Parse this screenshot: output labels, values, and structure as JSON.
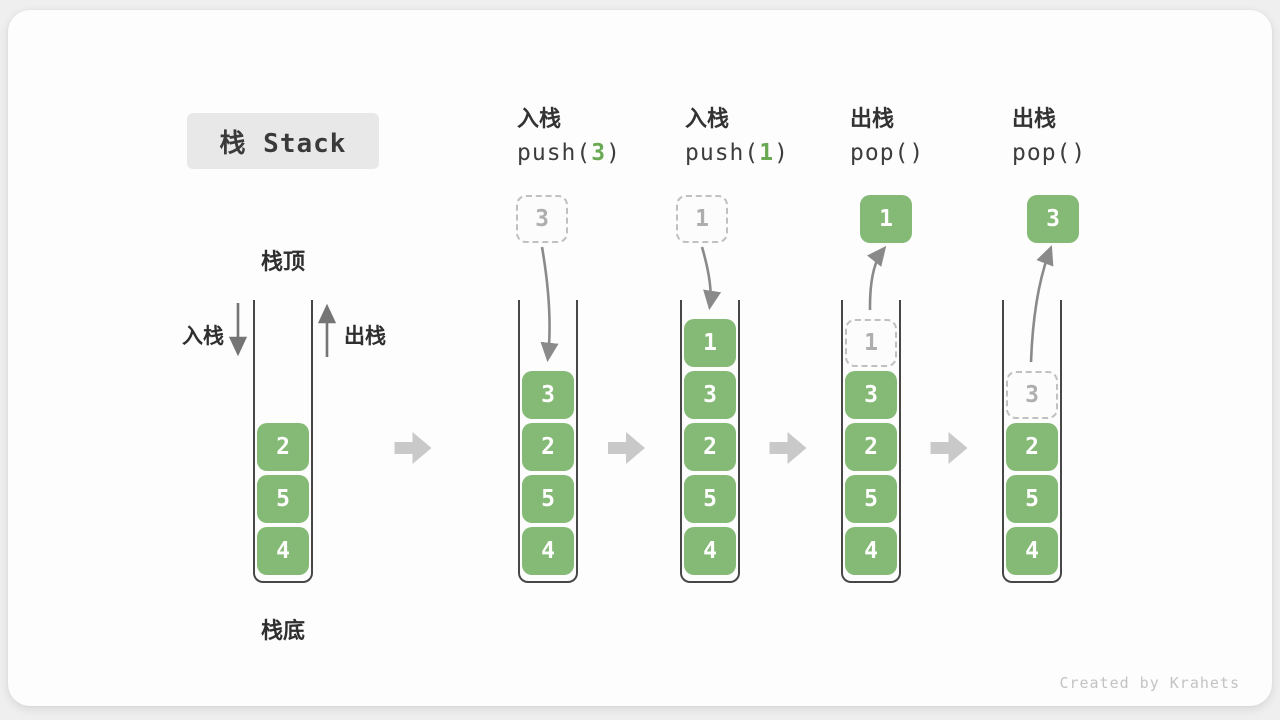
{
  "title": {
    "label": "栈 Stack"
  },
  "credit": "Created by Krahets",
  "legend": {
    "stack_top": "栈顶",
    "stack_bottom": "栈底",
    "push": "入栈",
    "pop": "出栈"
  },
  "colors": {
    "green": "#85ba76",
    "code_green": "#69a954",
    "arrow": "#8a8a8a",
    "side_arrow": "#757575",
    "big_arrow": "#c9c9c9"
  },
  "columns": [
    {
      "name": "stack-initial",
      "cells": [
        {
          "value": "2",
          "ghost": false
        },
        {
          "value": "5",
          "ghost": false
        },
        {
          "value": "4",
          "ghost": false
        }
      ]
    },
    {
      "name": "op-push-3",
      "header": {
        "op_label": "入栈",
        "code_pre": "push(",
        "code_arg": "3",
        "code_post": ")"
      },
      "floating": {
        "value": "3",
        "kind": "dashed"
      },
      "arrow": "in",
      "cells": [
        {
          "value": "3",
          "ghost": false
        },
        {
          "value": "2",
          "ghost": false
        },
        {
          "value": "5",
          "ghost": false
        },
        {
          "value": "4",
          "ghost": false
        }
      ]
    },
    {
      "name": "op-push-1",
      "header": {
        "op_label": "入栈",
        "code_pre": "push(",
        "code_arg": "1",
        "code_post": ")"
      },
      "floating": {
        "value": "1",
        "kind": "dashed"
      },
      "arrow": "in",
      "cells": [
        {
          "value": "1",
          "ghost": false
        },
        {
          "value": "3",
          "ghost": false
        },
        {
          "value": "2",
          "ghost": false
        },
        {
          "value": "5",
          "ghost": false
        },
        {
          "value": "4",
          "ghost": false
        }
      ]
    },
    {
      "name": "op-pop-1",
      "header": {
        "op_label": "出栈",
        "code_pre": "pop(",
        "code_arg": "",
        "code_post": ")"
      },
      "floating": {
        "value": "1",
        "kind": "solid"
      },
      "arrow": "out",
      "cells": [
        {
          "value": "1",
          "ghost": true
        },
        {
          "value": "3",
          "ghost": false
        },
        {
          "value": "2",
          "ghost": false
        },
        {
          "value": "5",
          "ghost": false
        },
        {
          "value": "4",
          "ghost": false
        }
      ]
    },
    {
      "name": "op-pop-3",
      "header": {
        "op_label": "出栈",
        "code_pre": "pop(",
        "code_arg": "",
        "code_post": ")"
      },
      "floating": {
        "value": "3",
        "kind": "solid"
      },
      "arrow": "out",
      "cells": [
        {
          "value": "3",
          "ghost": true
        },
        {
          "value": "2",
          "ghost": false
        },
        {
          "value": "5",
          "ghost": false
        },
        {
          "value": "4",
          "ghost": false
        }
      ]
    }
  ]
}
